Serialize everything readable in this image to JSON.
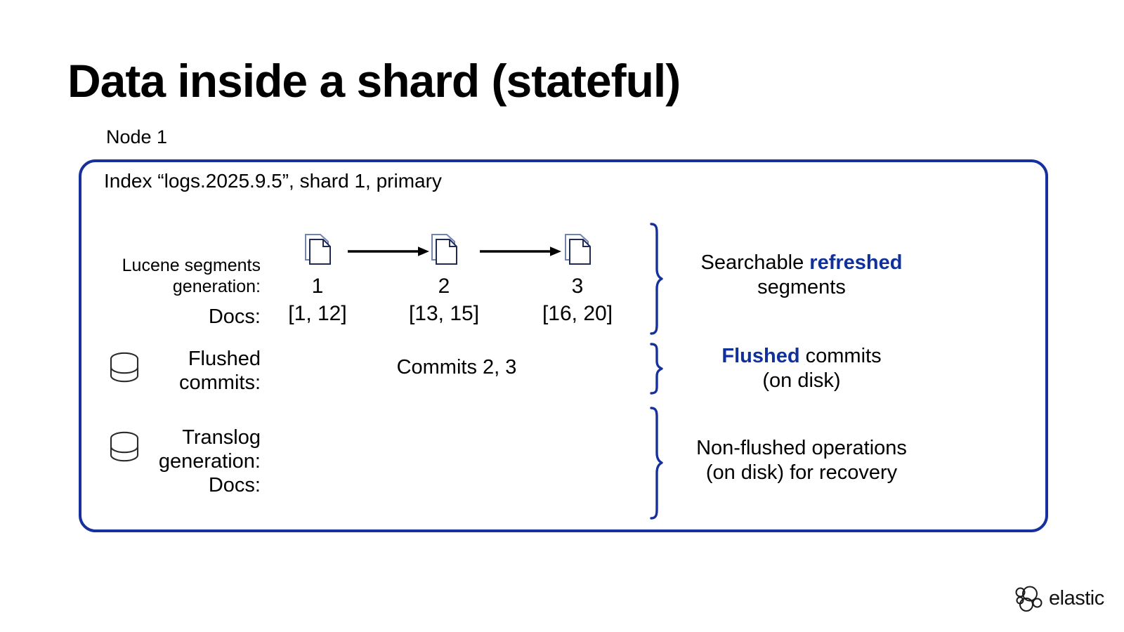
{
  "slide": {
    "title": "Data inside a shard (stateful)",
    "node_label": "Node 1",
    "shard_title": "Index “logs.2025.9.5”, shard 1, primary"
  },
  "rows": {
    "segments": {
      "label_line1": "Lucene segments",
      "label_line2": "generation:",
      "docs_label": "Docs:"
    },
    "flushed": {
      "label_line1": "Flushed",
      "label_line2": "commits:",
      "icon": "disk-icon",
      "value": "Commits 2, 3"
    },
    "translog": {
      "label_line1": "Translog",
      "label_line2": "generation:",
      "label_line3": "Docs:",
      "icon": "disk-icon",
      "value": ""
    }
  },
  "segments": [
    {
      "icon": "document-stack-icon",
      "generation": "1",
      "docs": "[1, 12]"
    },
    {
      "icon": "document-stack-icon",
      "generation": "2",
      "docs": "[13, 15]"
    },
    {
      "icon": "document-stack-icon",
      "generation": "3",
      "docs": "[16, 20]"
    }
  ],
  "arrows": [
    {
      "icon": "arrow-right-icon"
    },
    {
      "icon": "arrow-right-icon"
    }
  ],
  "annotations": [
    {
      "brace": "curly-brace-icon",
      "line1_prefix": "Searchable ",
      "line1_keyword": "refreshed",
      "line1_suffix": "",
      "line2": "segments"
    },
    {
      "brace": "curly-brace-icon",
      "line1_prefix": "",
      "line1_keyword": "Flushed",
      "line1_suffix": " commits",
      "line2": "(on disk)"
    },
    {
      "brace": "curly-brace-icon",
      "line1_prefix": "Non-flushed operations",
      "line1_keyword": "",
      "line1_suffix": "",
      "line2": "(on disk) for recovery"
    }
  ],
  "branding": {
    "wordmark": "elastic",
    "mark_icon": "elastic-cluster-logo"
  },
  "colors": {
    "box_border": "#16309c",
    "brace": "#16309c",
    "keyword": "#10309b",
    "doc_icon_front": "#1f2a55",
    "doc_icon_back": "#6b7ba8",
    "text": "#000000",
    "background": "#ffffff"
  }
}
